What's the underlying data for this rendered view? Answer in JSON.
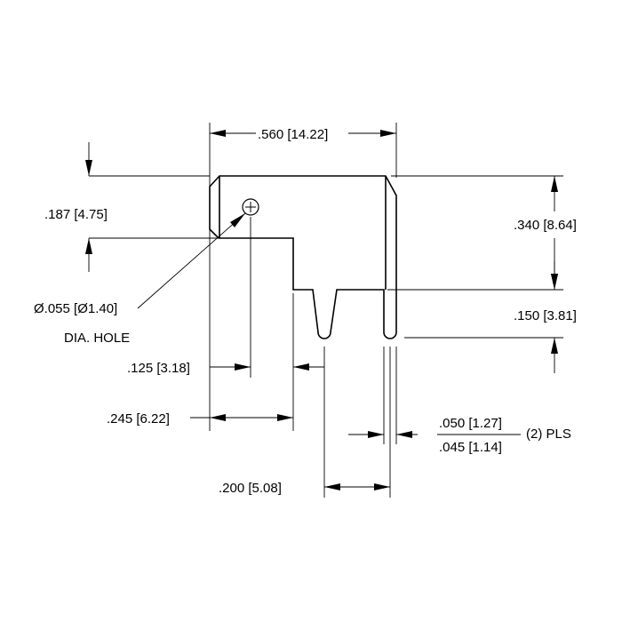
{
  "dimensions": {
    "overall_width": ".560 [14.22]",
    "hole_height": ".187 [4.75]",
    "body_height": ".340 [8.64]",
    "tab_length": ".150 [3.81]",
    "hole_diameter": "Ø.055 [Ø1.40]",
    "hole_note": "DIA. HOLE",
    "hole_offset": ".125 [3.18]",
    "step_offset": ".245 [6.22]",
    "tab_width_max": ".050 [1.27]",
    "tab_width_min": ".045 [1.14]",
    "tab_qty": "(2) PLS",
    "tab_spacing": ".200 [5.08]"
  }
}
